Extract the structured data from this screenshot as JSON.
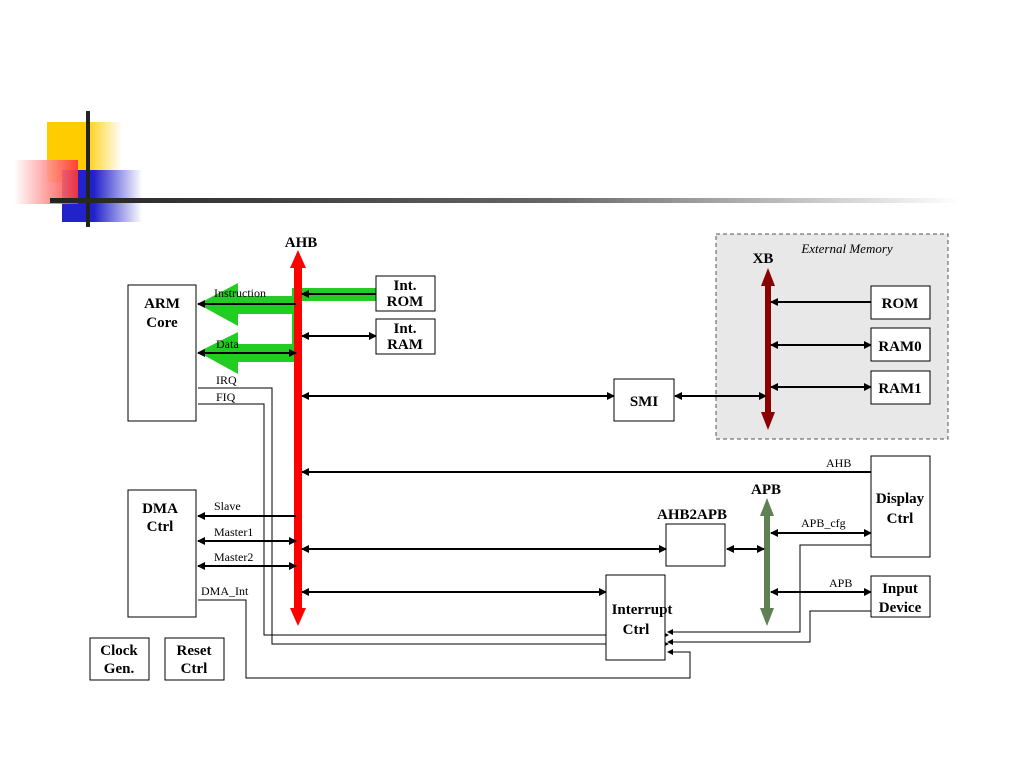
{
  "buses": {
    "ahb": "AHB",
    "xb": "XB",
    "apb": "APB"
  },
  "external_memory": {
    "label": "External Memory"
  },
  "blocks": {
    "arm_core": [
      "ARM",
      "Core"
    ],
    "int_rom": [
      "Int.",
      "ROM"
    ],
    "int_ram": [
      "Int.",
      "RAM"
    ],
    "smi": "SMI",
    "rom": "ROM",
    "ram0": "RAM0",
    "ram1": "RAM1",
    "dma_ctrl": [
      "DMA",
      "Ctrl"
    ],
    "ahb2apb": "AHB2APB",
    "display_ctrl": [
      "Display",
      "Ctrl"
    ],
    "input_device": [
      "Input",
      "Device"
    ],
    "interrupt_ctrl": [
      "Interrupt",
      "Ctrl"
    ],
    "clock_gen": [
      "Clock",
      "Gen."
    ],
    "reset_ctrl": [
      "Reset",
      "Ctrl"
    ]
  },
  "signals": {
    "instruction": "Instruction",
    "data": "Data",
    "irq": "IRQ",
    "fiq": "FIQ",
    "slave": "Slave",
    "master1": "Master1",
    "master2": "Master2",
    "dma_int": "DMA_Int",
    "display_ahb": "AHB",
    "apb_cfg": "APB_cfg",
    "input_apb": "APB"
  },
  "colors": {
    "ahb_bus": "#ff0000",
    "xb_bus": "#8b0000",
    "apb_bus": "#5f7f55",
    "wide_path": "#22cc22",
    "ext_mem_bg": "#e8e8e8"
  }
}
